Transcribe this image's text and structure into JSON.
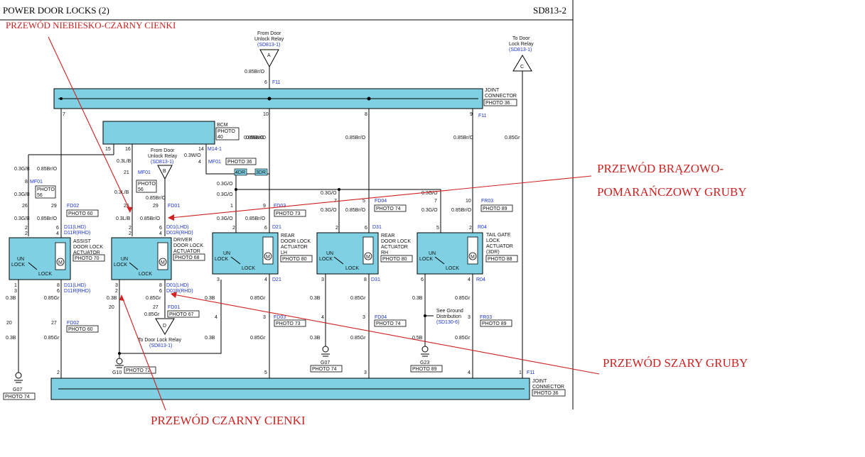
{
  "header": {
    "title": "POWER DOOR LOCKS (2)",
    "code": "SD813-2"
  },
  "annotations": {
    "blue_black_thin": "PRZEWÓD NIEBIESKO-CZARNY CIENKI",
    "brown_orange_thick_1": "PRZEWÓD BRĄZOWO-",
    "brown_orange_thick_2": "POMARAŃCZOWY GRUBY",
    "gray_thick": "PRZEWÓD SZARY GRUBY",
    "black_thin": "PRZEWÓD CZARNY CIENKI"
  },
  "refs": {
    "from_unlock_1": "From Door",
    "from_unlock_2": "Unlock Relay",
    "from_unlock_3": "(SD813-1)",
    "to_lock_1": "To Door",
    "to_lock_2": "Lock Relay",
    "to_lock_3": "(SD813-1)",
    "conn_a": "A",
    "conn_b": "B",
    "conn_c": "C",
    "conn_d": "D",
    "to_lock_bottom_1": "To Door Lock Relay",
    "to_lock_bottom_2": "(SD813-1)",
    "see_ground_1": "See Ground",
    "see_ground_2": "Distribution",
    "see_ground_3": "(SD130-6)"
  },
  "connectors": {
    "joint_label_1": "JOINT",
    "joint_label_2": "CONNECTOR",
    "joint_label_3": "CONNECTOR",
    "photo36": "PHOTO 36",
    "f11": "F11",
    "bcm": "BCM",
    "photo40a": "PHOTO",
    "photo40b": "40",
    "m14": "M14-1",
    "mf01": "MF01",
    "fd01": "FD01",
    "fd02": "FD02",
    "fd03": "FD03",
    "fd04": "FD04",
    "fr03": "FR03",
    "photo56a": "PHOTO",
    "photo56b": "56",
    "photo60": "PHOTO 60",
    "photo73": "PHOTO 73",
    "photo74": "PHOTO 74",
    "photo89": "PHOTO 89",
    "photo67": "PHOTO 67",
    "photo72": "PHOTO 72",
    "d4dr": "4DR",
    "d3dr": "3DR"
  },
  "wires": {
    "w085bro": "0.85Br/O",
    "w085gr": "0.85Gr",
    "w03gb": "0.3G/B",
    "w03lb": "0.3L/B",
    "w03go": "0.3G/O",
    "w03wo": "0.3W/O",
    "w03b": "0.3B",
    "w05b": "0.5B"
  },
  "actuators": {
    "assist": [
      "ASSIST",
      "DOOR LOCK",
      "ACTUATOR",
      "PHOTO 70"
    ],
    "driver": [
      "DRIVER",
      "DOOR LOCK",
      "ACTUATOR",
      "PHOTO 68"
    ],
    "rear_lh": [
      "REAR",
      "DOOR LOCK",
      "ACTUATOR",
      "LH",
      "PHOTO 80"
    ],
    "rear_rh": [
      "REAR",
      "DOOR LOCK",
      "ACTUATOR",
      "RH",
      "PHOTO 80"
    ],
    "tailgate": [
      "TAIL GATE",
      "LOCK",
      "ACTUATOR",
      "(3DR)",
      "PHOTO 88"
    ],
    "un": "UN",
    "lock": "LOCK",
    "m": "M",
    "d11": "D11(LHD)",
    "d11r": "D11R(RHD)",
    "d01": "D01(LHD)",
    "d01r": "D01R(RHD)",
    "d21": "D21",
    "d31": "D31",
    "r04": "R04"
  },
  "grounds": {
    "g07": "G07",
    "g10": "G10",
    "g23": "G23"
  }
}
